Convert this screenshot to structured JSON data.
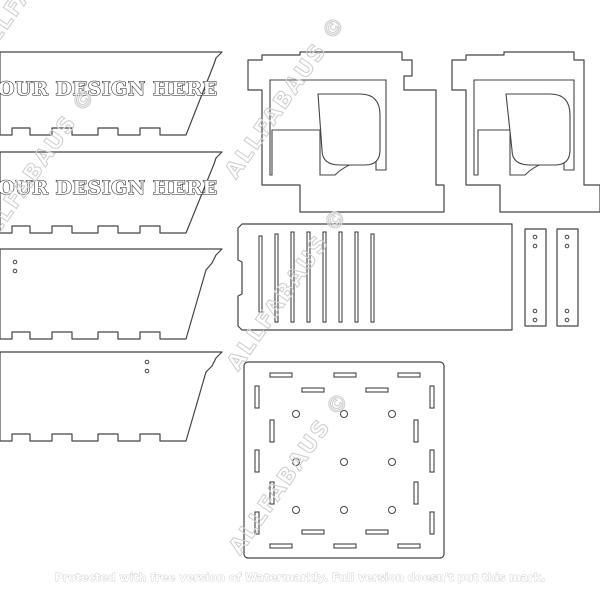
{
  "engraving": {
    "text_1": "OUR DESIGN HERE",
    "text_2": "OUR DESIGN HERE"
  },
  "watermarks": {
    "brand_1": "ALLFABAUS ©",
    "brand_2": "ALLFABAUS ©",
    "brand_3": "ALLFABAUS ©",
    "brand_4": "ALLFABAUS ©",
    "brand_5": "ALLFABAUS ©",
    "footer": "Protected with free version of Watermarkly. Full version doesn't put this mark."
  },
  "colors": {
    "line": "#444444",
    "watermark": "#d0d0d0"
  }
}
